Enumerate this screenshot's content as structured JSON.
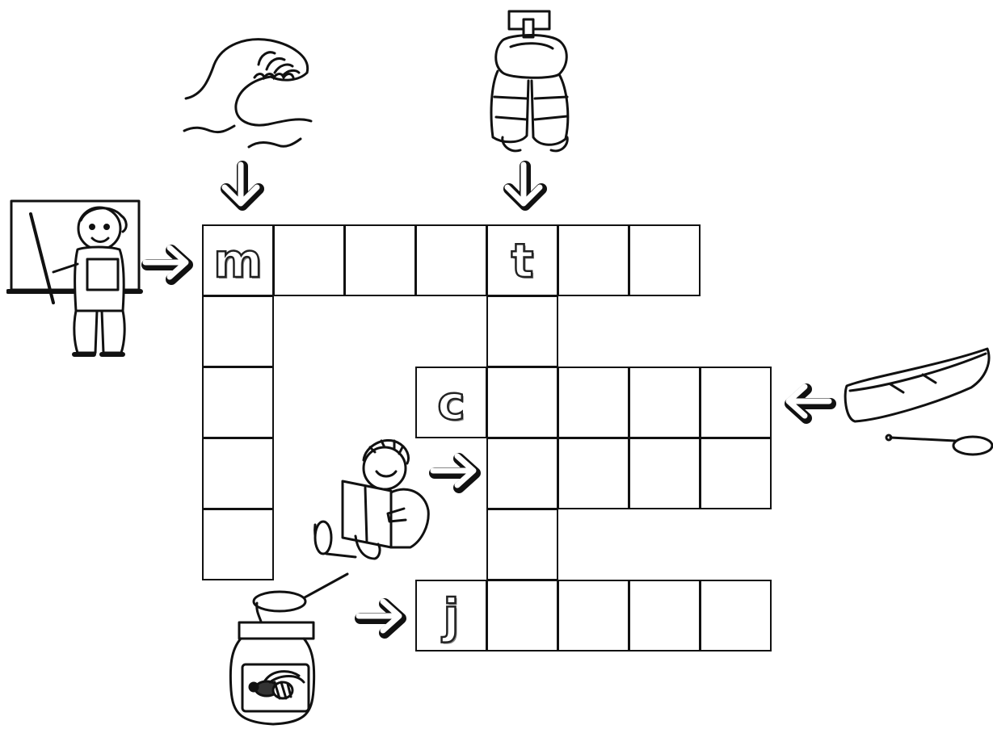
{
  "puzzle": {
    "words": [
      {
        "id": "teacher",
        "direction": "across",
        "clue_icon": "teacher-icon",
        "given_letter": "m",
        "length": 7
      },
      {
        "id": "wave",
        "direction": "down",
        "clue_icon": "wave-icon",
        "given_letter": "m",
        "length": 5
      },
      {
        "id": "jacket",
        "direction": "down",
        "clue_icon": "life-jacket-icon",
        "given_letter": "t",
        "length": 5
      },
      {
        "id": "canoe",
        "direction": "across",
        "clue_icon": "canoe-icon",
        "given_letter": "c",
        "length": 5
      },
      {
        "id": "reading",
        "direction": "across",
        "clue_icon": "reading-boy-icon",
        "given_letter": "",
        "length": 4
      },
      {
        "id": "honey",
        "direction": "across",
        "clue_icon": "honey-jar-icon",
        "given_letter": "j",
        "length": 5
      }
    ],
    "letters": {
      "m": "m",
      "t": "t",
      "c": "c",
      "j": "j"
    }
  }
}
